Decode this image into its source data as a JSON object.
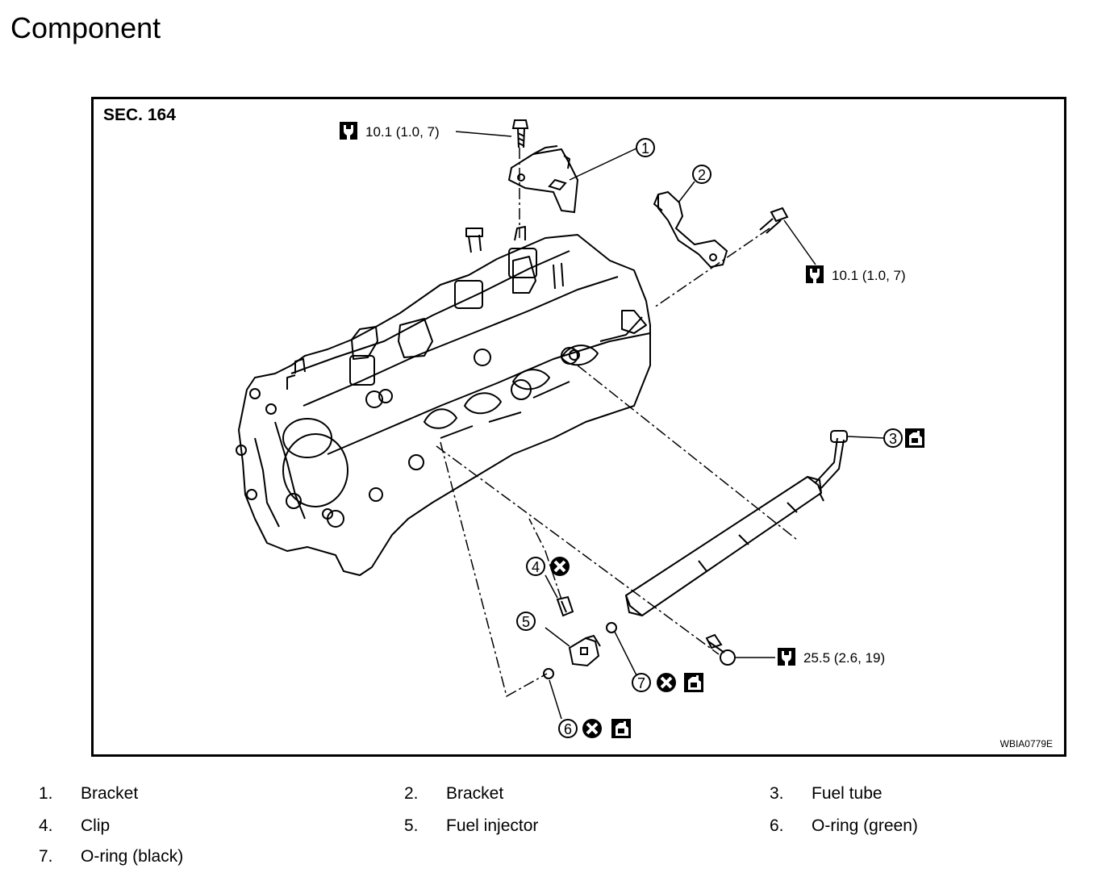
{
  "page": {
    "title": "Component"
  },
  "figure": {
    "section": "SEC. 164",
    "code": "WBIA0779E",
    "callouts": [
      "1",
      "2",
      "3",
      "4",
      "5",
      "6",
      "7"
    ],
    "torques": {
      "bracket1": "10.1 (1.0, 7)",
      "bracket2": "10.1 (1.0, 7)",
      "fuel_tube": "25.5 (2.6, 19)"
    }
  },
  "legend": [
    {
      "num": "1.",
      "label": "Bracket"
    },
    {
      "num": "2.",
      "label": "Bracket"
    },
    {
      "num": "3.",
      "label": "Fuel tube"
    },
    {
      "num": "4.",
      "label": "Clip"
    },
    {
      "num": "5.",
      "label": "Fuel injector"
    },
    {
      "num": "6.",
      "label": "O-ring (green)"
    },
    {
      "num": "7.",
      "label": "O-ring (black)"
    }
  ],
  "icons": [
    "torque-wrench-icon",
    "do-not-reuse-icon",
    "lubricate-oil-icon"
  ]
}
